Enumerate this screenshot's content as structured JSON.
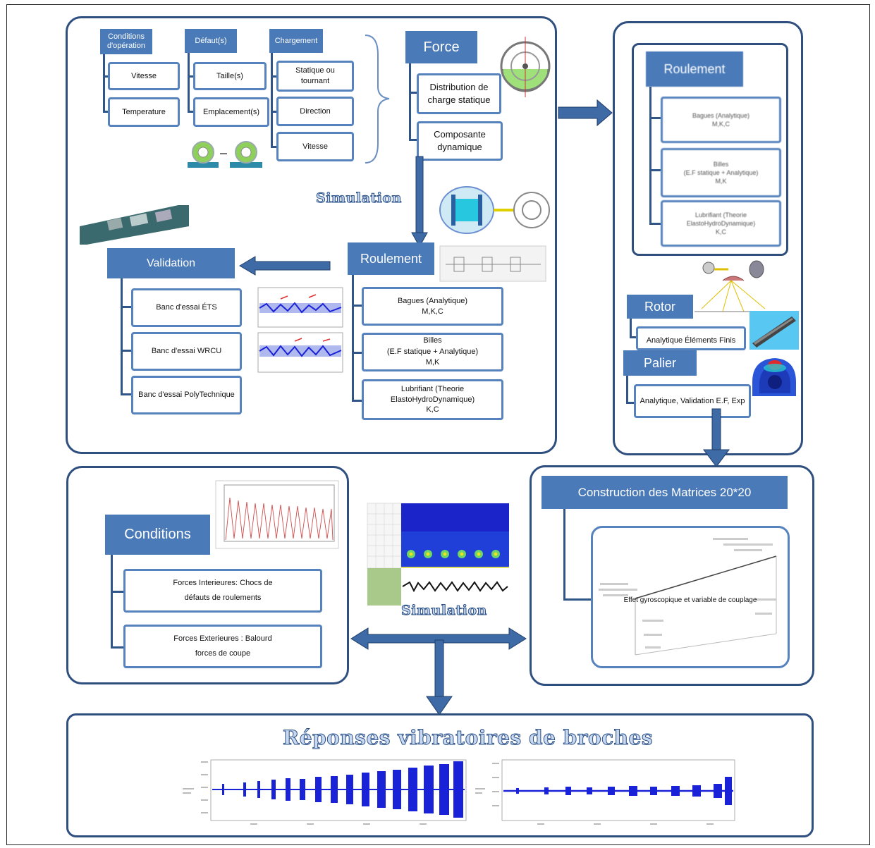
{
  "top_left": {
    "categories": [
      {
        "header": "Conditions d'opération",
        "items": [
          "Vitesse",
          "Temperature"
        ]
      },
      {
        "header": "Défaut(s)",
        "items": [
          "Taille(s)",
          "Emplacement(s)"
        ]
      },
      {
        "header": "Chargement",
        "items": [
          "Statique ou tournant",
          "Direction",
          "Vitesse"
        ]
      }
    ],
    "force": {
      "header": "Force",
      "items": [
        "Distribution de charge statique",
        "Composante dynamique"
      ]
    },
    "simulation_label": "Simulation",
    "roulement": {
      "header": "Roulement",
      "items": [
        {
          "lines": [
            "Bagues (Analytique)",
            "M,K,C"
          ]
        },
        {
          "lines": [
            "Billes",
            "(E.F statique + Analytique)",
            "M,K"
          ]
        },
        {
          "lines": [
            "Lubrifiant (Theorie ElastoHydroDynamique)",
            "K,C"
          ]
        }
      ]
    },
    "validation": {
      "header": "Validation",
      "items": [
        "Banc d'essai ÉTS",
        "Banc d'essai WRCU",
        "Banc d'essai PolyTechnique"
      ]
    }
  },
  "top_right": {
    "roulement_header": "Roulement",
    "roulement_items": [
      {
        "lines": [
          "Bagues (Analytique)",
          "M,K,C"
        ]
      },
      {
        "lines": [
          "Billes",
          "(E.F statique + Analytique)",
          "M,K"
        ]
      },
      {
        "lines": [
          "Lubrifiant (Theorie ElastoHydroDynamique)",
          "K,C"
        ]
      }
    ],
    "rotor": {
      "header": "Rotor",
      "item": "Analytique Éléments Finis"
    },
    "palier": {
      "header": "Palier",
      "item": "Analytique, Validation E.F, Exp"
    }
  },
  "middle_left": {
    "header": "Conditions",
    "items": [
      {
        "lines": [
          "Forces Interieures: Chocs de",
          "défauts de roulements"
        ]
      },
      {
        "lines": [
          "Forces Exterieures : Balourd",
          "forces de coupe"
        ]
      }
    ]
  },
  "middle_center": {
    "simulation_label": "Simulation"
  },
  "middle_right": {
    "header": "Construction des Matrices 20*20",
    "matrix_caption": "Effet gyroscopique et variable de couplage"
  },
  "bottom": {
    "title": "Réponses vibratoires de broches"
  },
  "colors": {
    "header_blue": "#4a7ab8",
    "panel_border": "#2f4f7f",
    "arrow_blue": "#3e6aa6",
    "signal_blue": "#1a22d8"
  }
}
